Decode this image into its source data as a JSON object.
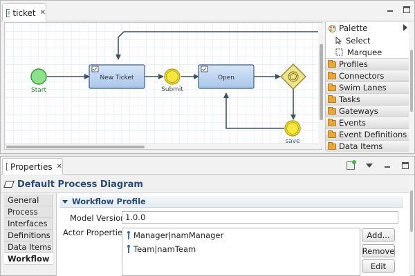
{
  "editor": {
    "tab_label": "ticket",
    "diagram": {
      "start_label": "Start",
      "new_ticket_label": "New Ticket",
      "submit_label": "Submit",
      "open_label": "Open",
      "save_label": "save"
    }
  },
  "palette": {
    "title": "Palette",
    "tools": [
      {
        "label": "Select",
        "icon": "arrow-cursor-icon"
      },
      {
        "label": "Marquee",
        "icon": "marquee-icon"
      }
    ],
    "drawers": [
      "Profiles",
      "Connectors",
      "Swim Lanes",
      "Tasks",
      "Gateways",
      "Events",
      "Event Definitions",
      "Data Items"
    ]
  },
  "properties": {
    "tab_label": "Properties",
    "title": "Default Process Diagram",
    "sidebar": [
      "General",
      "Process",
      "Interfaces",
      "Definitions",
      "Data Items",
      "Workflow"
    ],
    "active_section": "Workflow",
    "section_title": "Workflow Profile",
    "model_version_label": "Model Version",
    "model_version_value": "1.0.0",
    "actor_properties_label": "Actor Properties",
    "actors": [
      "Manager|namManager",
      "Team|namTeam"
    ],
    "buttons": {
      "add": "Add...",
      "remove": "Remove",
      "edit": "Edit"
    }
  },
  "colors": {
    "task_fill": "#bcd3ee",
    "task_border": "#3c5f8a",
    "start_fill": "#8ee08a",
    "start_border": "#2f9a2f",
    "event_fill": "#f6e73c",
    "event_border": "#b5a21a",
    "gateway_fill": "#efe38a",
    "gateway_border": "#8d8020",
    "header_text": "#2a4c78"
  }
}
